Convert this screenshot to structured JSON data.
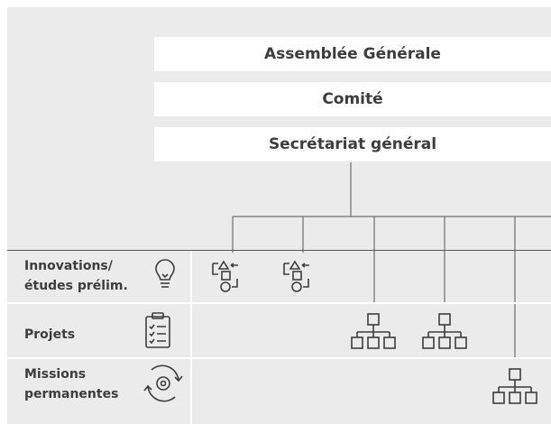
{
  "hierarchy": {
    "boxes": [
      "Assemblée Générale",
      "Comité",
      "Secrétariat général"
    ]
  },
  "rows": [
    {
      "label": "Innovations/\nétudes prélim.",
      "icon": "lightbulb-icon"
    },
    {
      "label": "Projets",
      "icon": "clipboard-checklist-icon"
    },
    {
      "label": "Missions\npermanentes",
      "icon": "gear-cycle-icon"
    }
  ],
  "row_items": {
    "innovations": [
      "process-flow-icon",
      "process-flow-icon"
    ],
    "projets": [
      "org-chart-icon",
      "org-chart-icon"
    ],
    "missions": [
      "org-chart-icon"
    ]
  },
  "colors": {
    "background": "#ebebeb",
    "box": "#ffffff",
    "text": "#3d3d3d",
    "line": "#555555"
  }
}
